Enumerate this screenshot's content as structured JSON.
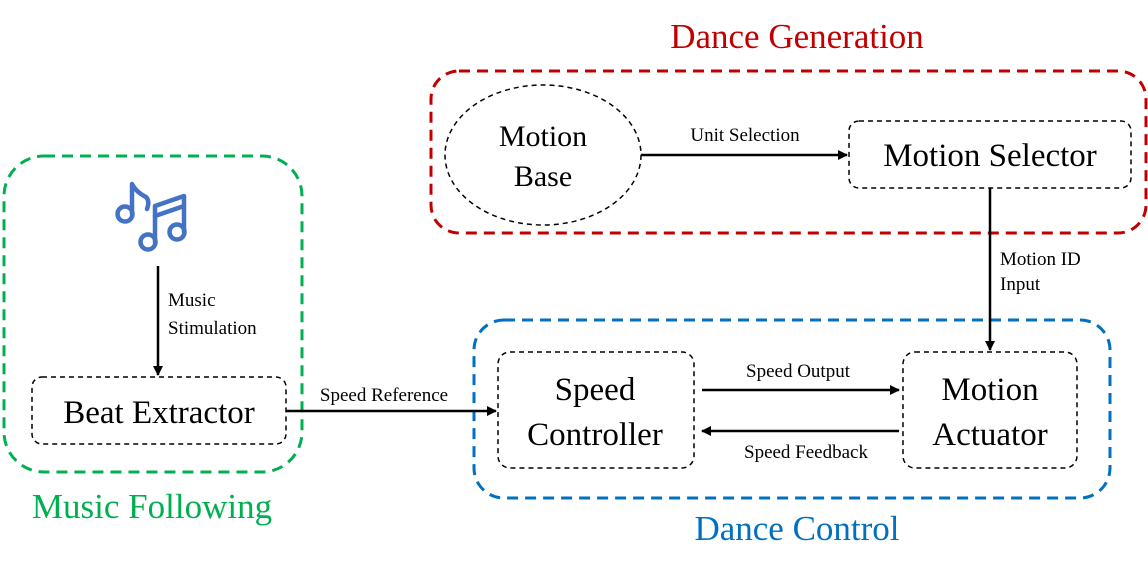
{
  "groups": {
    "dance_generation": {
      "title": "Dance Generation",
      "color": "#c00000"
    },
    "music_following": {
      "title": "Music Following",
      "color": "#00b050"
    },
    "dance_control": {
      "title": "Dance Control",
      "color": "#0070c0"
    }
  },
  "nodes": {
    "motion_base": {
      "line1": "Motion",
      "line2": "Base"
    },
    "motion_selector": {
      "label": "Motion Selector"
    },
    "beat_extractor": {
      "label": "Beat Extractor"
    },
    "speed_controller": {
      "line1": "Speed",
      "line2": "Controller"
    },
    "motion_actuator": {
      "line1": "Motion",
      "line2": "Actuator"
    },
    "music_icon": {
      "icon": "music-notes-icon",
      "color": "#4472c4"
    }
  },
  "edges": {
    "unit_selection": "Unit Selection",
    "motion_id_line1": "Motion ID",
    "motion_id_line2": "Input",
    "music_stim_line1": "Music",
    "music_stim_line2": "Stimulation",
    "speed_reference": "Speed Reference",
    "speed_output": "Speed Output",
    "speed_feedback": "Speed Feedback"
  }
}
